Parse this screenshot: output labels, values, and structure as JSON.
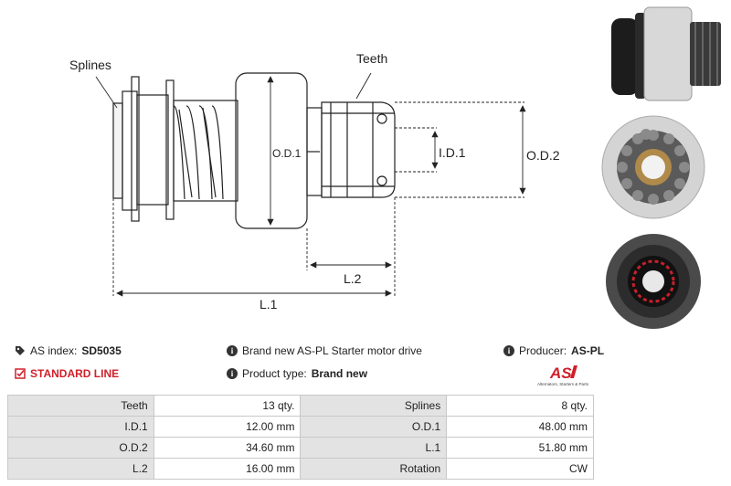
{
  "diagram": {
    "labels": {
      "splines": "Splines",
      "teeth": "Teeth",
      "od1": "O.D.1",
      "id1": "I.D.1",
      "od2": "O.D.2",
      "l2": "L.2",
      "l1": "L.1"
    }
  },
  "photos": [
    "side-view-photo",
    "front-gear-photo",
    "rear-photo"
  ],
  "info": {
    "as_index_label": "AS index:",
    "as_index_value": "SD5035",
    "standard_line": "STANDARD LINE",
    "description": "Brand new AS-PL Starter motor drive",
    "product_type_label": "Product type:",
    "product_type_value": "Brand new",
    "producer_label": "Producer:",
    "producer_value": "AS-PL"
  },
  "logo": {
    "text": "AS",
    "tagline": "Alternators, Starters & Parts",
    "color": "#d0202a"
  },
  "specs": [
    {
      "l1": "Teeth",
      "v1": "13 qty.",
      "l2": "Splines",
      "v2": "8 qty."
    },
    {
      "l1": "I.D.1",
      "v1": "12.00 mm",
      "l2": "O.D.1",
      "v2": "48.00 mm"
    },
    {
      "l1": "O.D.2",
      "v1": "34.60 mm",
      "l2": "L.1",
      "v2": "51.80 mm"
    },
    {
      "l1": "L.2",
      "v1": "16.00 mm",
      "l2": "Rotation",
      "v2": "CW"
    }
  ]
}
